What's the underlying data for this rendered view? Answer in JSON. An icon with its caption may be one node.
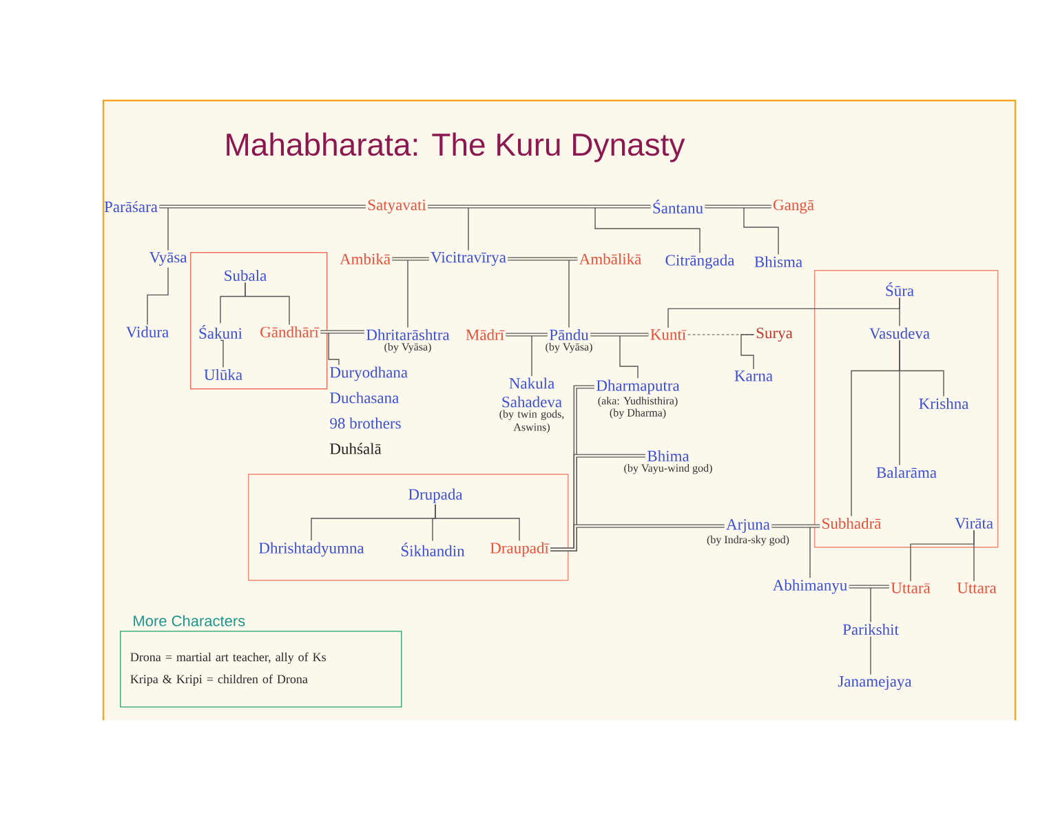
{
  "diagram": {
    "title": "Mahabharata: The Kuru Dynasty",
    "nodes": [
      {
        "text": [
          "Parāśara"
        ]
      },
      {
        "text": [
          "Satyavati"
        ]
      },
      {
        "text": [
          "Śantanu"
        ]
      },
      {
        "text": [
          "Gangā"
        ]
      },
      {
        "text": [
          "Vyāsa"
        ]
      },
      {
        "text": [
          "Ambikā"
        ]
      },
      {
        "text": [
          "Vicitravīrya"
        ]
      },
      {
        "text": [
          "Ambālikā"
        ]
      },
      {
        "text": [
          "Citrāngada"
        ]
      },
      {
        "text": [
          "Bhisma"
        ]
      },
      {
        "text": [],
        "shape": "box"
      },
      {
        "text": [
          "Subala"
        ],
        "in": 10
      },
      {
        "text": [
          "Śakuni"
        ],
        "in": 10
      },
      {
        "text": [
          "Gāndhārī"
        ],
        "in": 10
      },
      {
        "text": [
          "Ulūka"
        ],
        "in": 10
      },
      {
        "text": [
          "Vidura"
        ]
      },
      {
        "text": [
          "Dhritarāshtra"
        ],
        "beside": [
          "(by Vyāsa)"
        ]
      },
      {
        "text": [
          "Duryodhana",
          "Duchasana",
          "98 brothers",
          "Duhśalā"
        ]
      },
      {
        "text": [
          "Mādrī"
        ]
      },
      {
        "text": [
          "Pāndu"
        ],
        "beside": [
          "(by Vyāsa)"
        ]
      },
      {
        "text": [
          "Kuntī"
        ]
      },
      {
        "text": [
          "Surya"
        ]
      },
      {
        "text": [
          "Karna"
        ]
      },
      {
        "text": [
          "Nakula",
          "Sahadeva"
        ],
        "beside": [
          "(by twin gods, Aswins)"
        ]
      },
      {
        "text": [
          "Dharmaputra"
        ],
        "beside": [
          "(aka: Yudhisthira)",
          "(by Dharma)"
        ]
      },
      {
        "text": [
          "Bhima"
        ],
        "beside": [
          "(by Vayu-wind god)"
        ]
      },
      {
        "text": [
          "Arjuna"
        ],
        "beside": [
          "(by Indra-sky god)"
        ]
      },
      {
        "text": [],
        "shape": "box"
      },
      {
        "text": [
          "Śūra"
        ],
        "in": 27
      },
      {
        "text": [
          "Vasudeva"
        ],
        "in": 27
      },
      {
        "text": [
          "Krishna"
        ],
        "in": 27
      },
      {
        "text": [
          "Balarāma"
        ],
        "in": 27
      },
      {
        "text": [
          "Subhadrā"
        ],
        "in": 27
      },
      {
        "text": [
          "Virāta"
        ],
        "in": 27
      },
      {
        "text": [],
        "shape": "box"
      },
      {
        "text": [
          "Drupada"
        ],
        "in": 34
      },
      {
        "text": [
          "Dhrishtadyumna"
        ],
        "in": 34
      },
      {
        "text": [
          "Śikhandin"
        ],
        "in": 34
      },
      {
        "text": [
          "Draupadī"
        ],
        "in": 34
      },
      {
        "text": [
          "Abhimanyu"
        ]
      },
      {
        "text": [
          "Uttarā"
        ]
      },
      {
        "text": [
          "Uttara"
        ]
      },
      {
        "text": [
          "Parikshit"
        ]
      },
      {
        "text": [
          "Janamejaya"
        ]
      },
      {
        "text": [
          "More Characters",
          "Drona = martial art teacher, ally of Ks",
          "Kripa & Kripi = children of Drona"
        ]
      }
    ],
    "edges": [
      {
        "from": 0,
        "to": 4,
        "arrow": "none"
      },
      {
        "from": 1,
        "to": 6,
        "arrow": "none"
      },
      {
        "from": 1,
        "to": 8,
        "arrow": "none"
      },
      {
        "from": 3,
        "to": 9,
        "arrow": "none"
      },
      {
        "from": 4,
        "to": 15,
        "arrow": "none"
      },
      {
        "from": 5,
        "to": 16,
        "arrow": "none"
      },
      {
        "from": 7,
        "to": 19,
        "arrow": "none"
      },
      {
        "from": 11,
        "to": 12,
        "arrow": "none"
      },
      {
        "from": 11,
        "to": 13,
        "arrow": "none"
      },
      {
        "from": 12,
        "to": 14,
        "arrow": "none"
      },
      {
        "from": 13,
        "to": 17,
        "arrow": "none"
      },
      {
        "from": 18,
        "to": 23,
        "arrow": "none"
      },
      {
        "from": 20,
        "to": 24,
        "arrow": "none"
      },
      {
        "from": 21,
        "to": 22,
        "arrow": "none"
      },
      {
        "from": 28,
        "to": 20,
        "arrow": "none"
      },
      {
        "from": 28,
        "to": 29,
        "arrow": "none"
      },
      {
        "from": 29,
        "to": 30,
        "arrow": "none"
      },
      {
        "from": 29,
        "to": 31,
        "arrow": "none"
      },
      {
        "from": 29,
        "to": 32,
        "arrow": "none"
      },
      {
        "from": 33,
        "to": 40,
        "arrow": "none"
      },
      {
        "from": 33,
        "to": 41,
        "arrow": "none"
      },
      {
        "from": 26,
        "to": 39,
        "arrow": "none"
      },
      {
        "from": 39,
        "to": 42,
        "arrow": "none"
      },
      {
        "from": 42,
        "to": 43,
        "arrow": "none"
      },
      {
        "from": 35,
        "to": 36,
        "arrow": "none"
      },
      {
        "from": 35,
        "to": 37,
        "arrow": "none"
      },
      {
        "from": 35,
        "to": 38,
        "arrow": "none"
      },
      {
        "from": 0,
        "to": 1,
        "arrow": "none",
        "style": "thick"
      },
      {
        "from": 1,
        "to": 2,
        "arrow": "none",
        "style": "thick"
      },
      {
        "from": 2,
        "to": 3,
        "arrow": "none",
        "style": "thick"
      },
      {
        "from": 5,
        "to": 6,
        "arrow": "none",
        "style": "thick"
      },
      {
        "from": 6,
        "to": 7,
        "arrow": "none",
        "style": "thick"
      },
      {
        "from": 13,
        "to": 16,
        "arrow": "none",
        "style": "thick"
      },
      {
        "from": 18,
        "to": 19,
        "arrow": "none",
        "style": "thick"
      },
      {
        "from": 19,
        "to": 20,
        "arrow": "none",
        "style": "thick"
      },
      {
        "from": 26,
        "to": 32,
        "arrow": "none",
        "style": "thick"
      },
      {
        "from": 39,
        "to": 40,
        "arrow": "none",
        "style": "thick"
      },
      {
        "from": 38,
        "to": 24,
        "arrow": "none",
        "style": "thick"
      },
      {
        "from": 38,
        "to": 25,
        "arrow": "none",
        "style": "thick"
      },
      {
        "from": 38,
        "to": 26,
        "arrow": "none",
        "style": "thick"
      },
      {
        "from": 20,
        "to": 21,
        "arrow": "none",
        "style": "dashed"
      }
    ]
  }
}
